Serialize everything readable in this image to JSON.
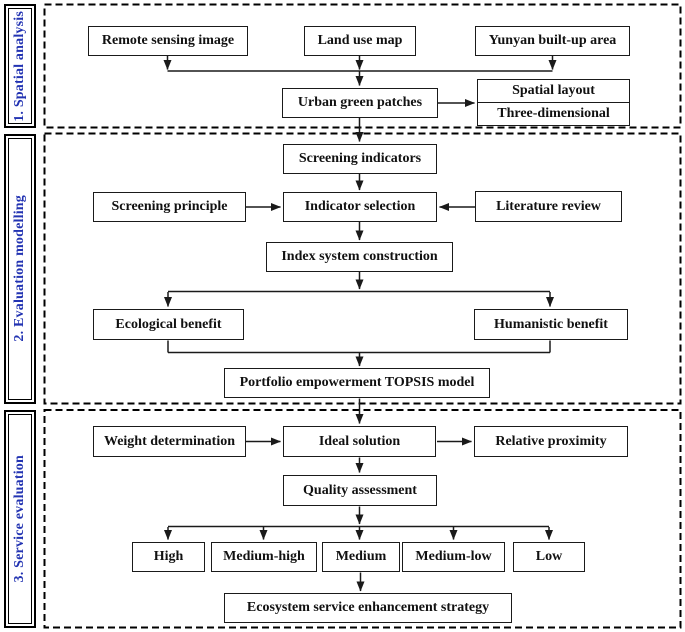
{
  "colors": {
    "accent_blue": "#2233b2",
    "line_black": "#1a1a1a"
  },
  "sections": [
    {
      "id": "spatial-analysis",
      "label": "1. Spatial analysis",
      "boxes": [
        {
          "id": "remote-sensing-image",
          "label": "Remote sensing image"
        },
        {
          "id": "land-use-map",
          "label": "Land use map"
        },
        {
          "id": "yunyan-built-up-area",
          "label": "Yunyan built-up area"
        },
        {
          "id": "urban-green-patches",
          "label": "Urban green patches"
        },
        {
          "id": "spatial-layout",
          "label": "Spatial layout"
        },
        {
          "id": "three-dimensional",
          "label": "Three-dimensional"
        }
      ]
    },
    {
      "id": "evaluation-modelling",
      "label": "2. Evaluation modelling",
      "boxes": [
        {
          "id": "screening-indicators",
          "label": "Screening indicators"
        },
        {
          "id": "screening-principle",
          "label": "Screening principle"
        },
        {
          "id": "indicator-selection",
          "label": "Indicator selection"
        },
        {
          "id": "literature-review",
          "label": "Literature review"
        },
        {
          "id": "index-system-construction",
          "label": "Index system construction"
        },
        {
          "id": "ecological-benefit",
          "label": "Ecological benefit"
        },
        {
          "id": "humanistic-benefit",
          "label": "Humanistic benefit"
        },
        {
          "id": "topsis-model",
          "label": "Portfolio empowerment TOPSIS model"
        }
      ]
    },
    {
      "id": "service-evaluation",
      "label": "3. Service evaluation",
      "boxes": [
        {
          "id": "weight-determination",
          "label": "Weight determination"
        },
        {
          "id": "ideal-solution",
          "label": "Ideal solution"
        },
        {
          "id": "relative-proximity",
          "label": "Relative proximity"
        },
        {
          "id": "quality-assessment",
          "label": "Quality assessment"
        },
        {
          "id": "high",
          "label": "High"
        },
        {
          "id": "medium-high",
          "label": "Medium-high"
        },
        {
          "id": "medium",
          "label": "Medium"
        },
        {
          "id": "medium-low",
          "label": "Medium-low"
        },
        {
          "id": "low",
          "label": "Low"
        },
        {
          "id": "strategy",
          "label": "Ecosystem service enhancement strategy"
        }
      ]
    }
  ],
  "edges": [
    {
      "from": "remote-sensing-image",
      "to": "urban-green-patches"
    },
    {
      "from": "land-use-map",
      "to": "urban-green-patches"
    },
    {
      "from": "yunyan-built-up-area",
      "to": "urban-green-patches"
    },
    {
      "from": "urban-green-patches",
      "to": "spatial-layout/three-dimensional"
    },
    {
      "from": "urban-green-patches",
      "to": "screening-indicators"
    },
    {
      "from": "screening-indicators",
      "to": "indicator-selection"
    },
    {
      "from": "screening-principle",
      "to": "indicator-selection"
    },
    {
      "from": "literature-review",
      "to": "indicator-selection"
    },
    {
      "from": "indicator-selection",
      "to": "index-system-construction"
    },
    {
      "from": "index-system-construction",
      "to": "ecological-benefit"
    },
    {
      "from": "index-system-construction",
      "to": "humanistic-benefit"
    },
    {
      "from": "ecological-benefit",
      "to": "topsis-model"
    },
    {
      "from": "humanistic-benefit",
      "to": "topsis-model"
    },
    {
      "from": "topsis-model",
      "to": "ideal-solution"
    },
    {
      "from": "weight-determination",
      "to": "ideal-solution"
    },
    {
      "from": "ideal-solution",
      "to": "relative-proximity"
    },
    {
      "from": "ideal-solution",
      "to": "quality-assessment"
    },
    {
      "from": "quality-assessment",
      "to": "high"
    },
    {
      "from": "quality-assessment",
      "to": "medium-high"
    },
    {
      "from": "quality-assessment",
      "to": "medium"
    },
    {
      "from": "quality-assessment",
      "to": "medium-low"
    },
    {
      "from": "quality-assessment",
      "to": "low"
    },
    {
      "from": "medium",
      "to": "strategy"
    }
  ]
}
